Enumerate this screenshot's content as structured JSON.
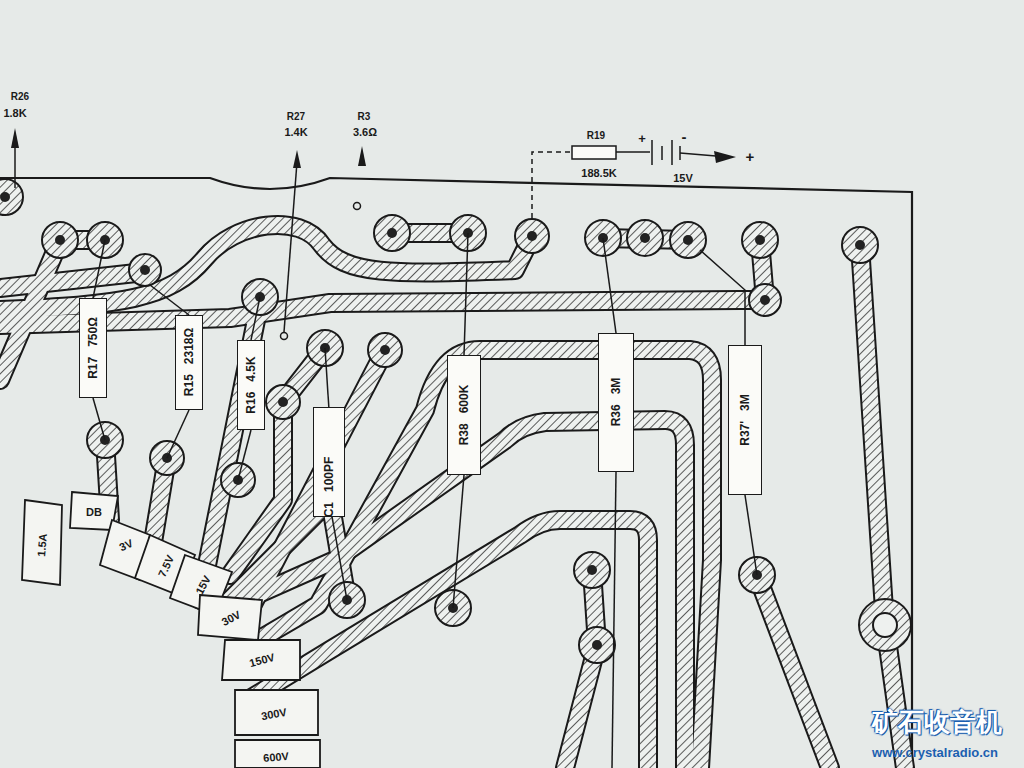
{
  "diagram": {
    "nodes": [
      {
        "text": [
          "R17",
          "750Ω"
        ]
      },
      {
        "text": [
          "R15",
          "2318Ω"
        ]
      },
      {
        "text": [
          "R16",
          "4.5K"
        ]
      },
      {
        "text": [
          "C1",
          "100PF"
        ]
      },
      {
        "text": [
          "R38",
          "600K"
        ]
      },
      {
        "text": [
          "R36",
          "3M"
        ]
      },
      {
        "text": [
          "R37'",
          "3M"
        ]
      }
    ],
    "edges": [],
    "labels": [
      "R26",
      "1.8K",
      "R27",
      "1.4K",
      "R3",
      "3.6Ω",
      "R19",
      "188.5K",
      "+",
      "-",
      "+",
      "15V",
      "1.5A",
      "DB",
      "3V",
      "7.5V",
      "15V",
      "30V",
      "150V",
      "300V",
      "600V",
      "矿石收音机",
      "www.crystalradio.cn"
    ]
  }
}
